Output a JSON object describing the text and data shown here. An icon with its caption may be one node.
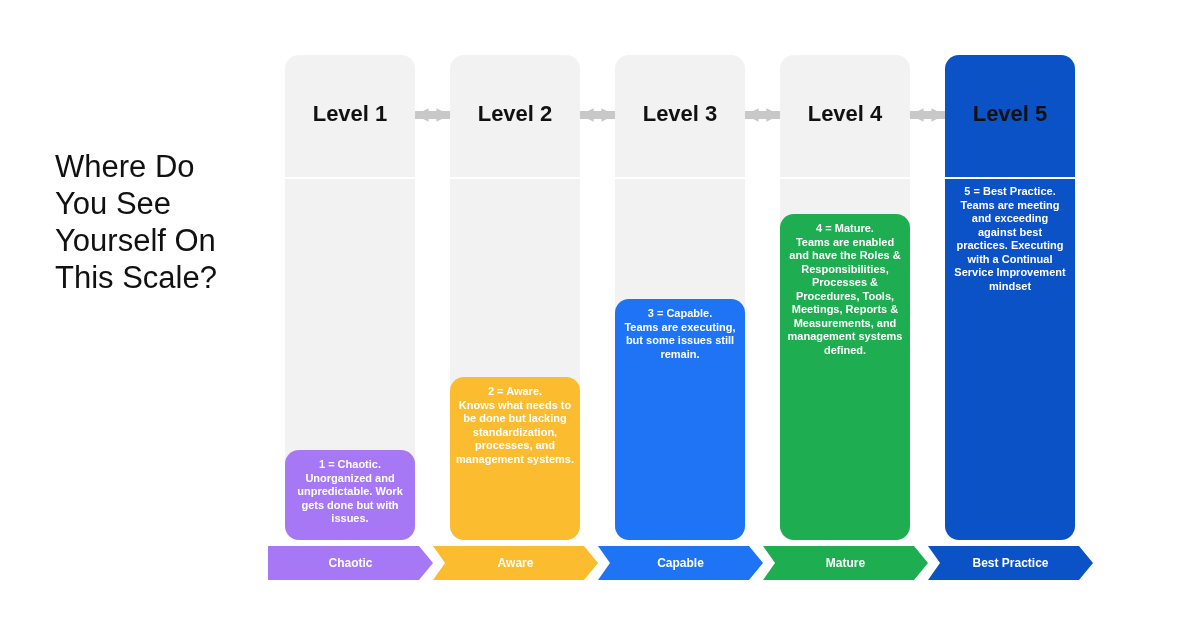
{
  "diagram": {
    "title": "Where Do You See Yourself On This Scale?",
    "nodes": [
      {
        "text": [
          "Level 1"
        ]
      },
      {
        "text": [
          "1 = Chaotic.",
          "Unorganized and unpredictable. Work gets done but with issues."
        ],
        "in": 0
      },
      {
        "text": [
          "Level 2"
        ]
      },
      {
        "text": [
          "2 = Aware.",
          "Knows what needs to be done but lacking standardization, processes, and management systems."
        ],
        "in": 2
      },
      {
        "text": [
          "Level 3"
        ]
      },
      {
        "text": [
          "3 = Capable.",
          "Teams are executing, but some issues still remain."
        ],
        "in": 4
      },
      {
        "text": [
          "Level 4"
        ]
      },
      {
        "text": [
          "4 = Mature.",
          "Teams are enabled and have the Roles & Responsibilities, Processes & Procedures, Tools, Meetings, Reports & Measurements, and management systems defined."
        ],
        "in": 6
      },
      {
        "text": [
          "Level 5",
          "5 = Best Practice.",
          "Teams are meeting and exceeding against best practices. Executing with a Continual Service Improvement mindset"
        ]
      },
      {
        "text": [
          "Chaotic"
        ]
      },
      {
        "text": [
          "Aware"
        ]
      },
      {
        "text": [
          "Capable"
        ]
      },
      {
        "text": [
          "Mature"
        ]
      },
      {
        "text": [
          "Best Practice"
        ]
      }
    ],
    "edges": [
      {
        "from": 0,
        "to": 2,
        "arrow": "both"
      },
      {
        "from": 2,
        "to": 4,
        "arrow": "both"
      },
      {
        "from": 4,
        "to": 6,
        "arrow": "both"
      },
      {
        "from": 6,
        "to": 8,
        "arrow": "both"
      }
    ]
  }
}
